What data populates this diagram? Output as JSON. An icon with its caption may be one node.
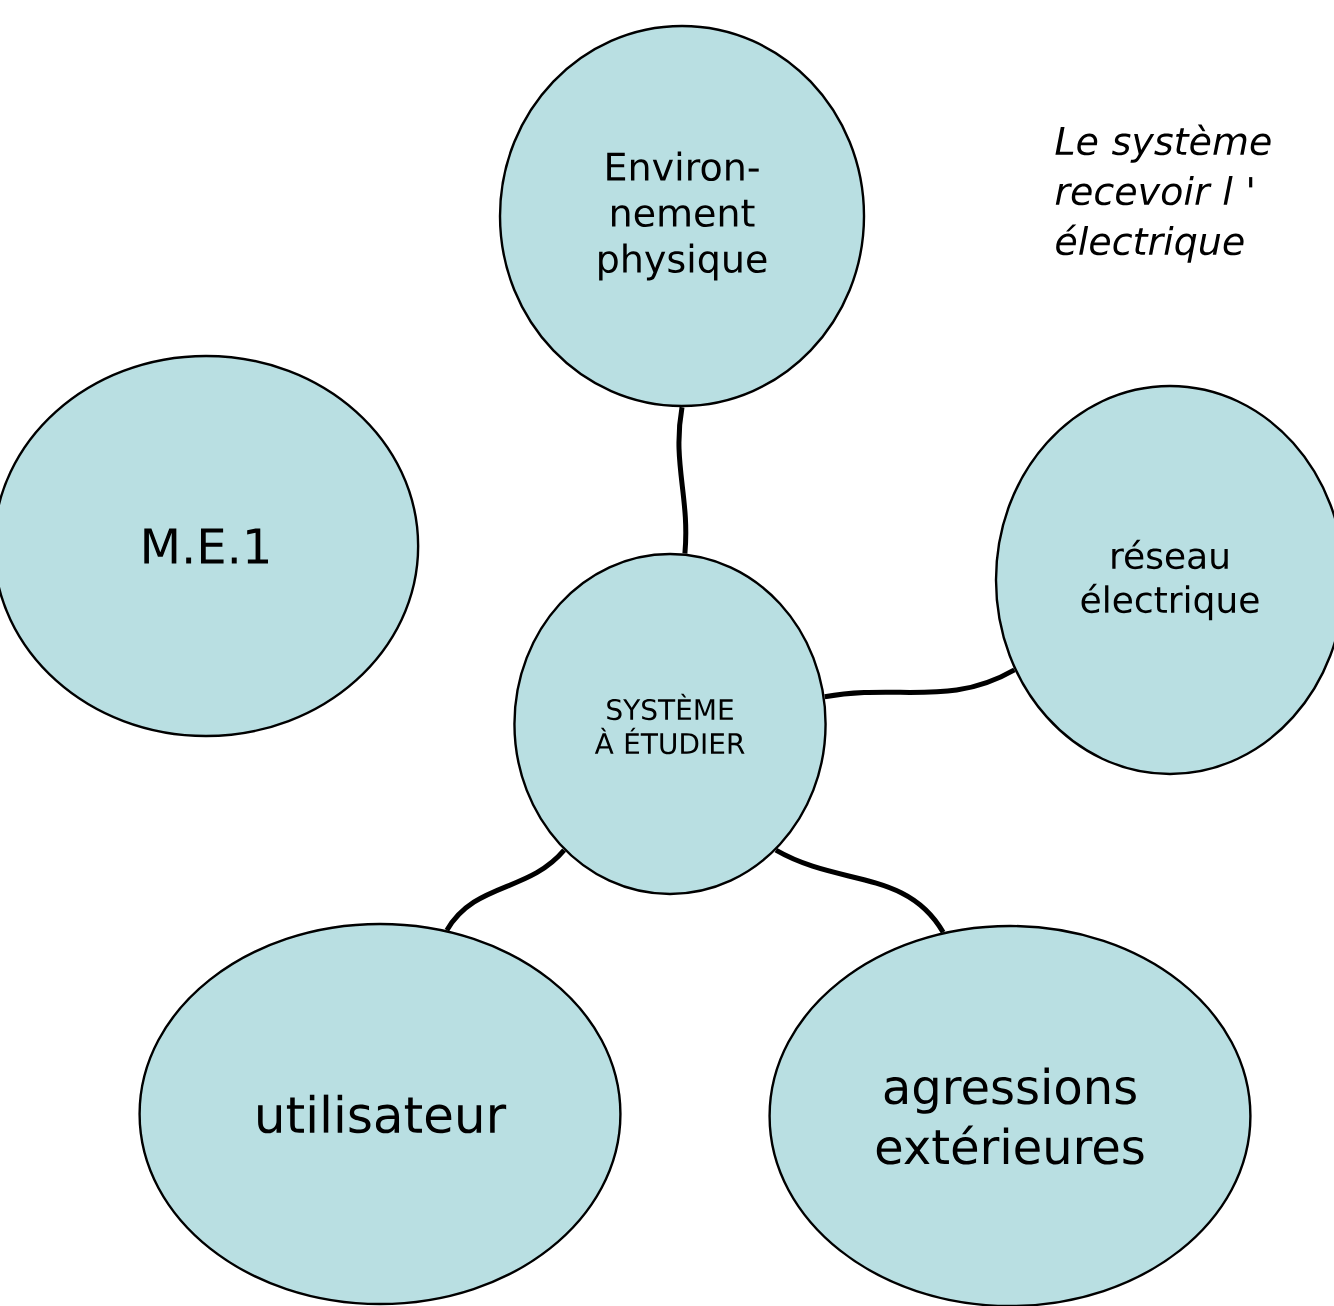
{
  "diagram": {
    "nodes": [
      {
        "text": [
          "Environ- nement physique"
        ]
      },
      {
        "text": [
          "M.E.1"
        ]
      },
      {
        "text": [
          "réseau électrique"
        ]
      },
      {
        "text": [
          "SYSTÈME À ÉTUDIER"
        ]
      },
      {
        "text": [
          "utilisateur"
        ]
      },
      {
        "text": [
          "agressions extérieures"
        ]
      }
    ],
    "edges": [
      {
        "from": 0,
        "to": 3,
        "arrow": "none"
      },
      {
        "from": 3,
        "to": 2,
        "arrow": "none"
      },
      {
        "from": 3,
        "to": 4,
        "arrow": "none"
      },
      {
        "from": 3,
        "to": 5,
        "arrow": "none"
      }
    ],
    "labels": [
      "Le système recevoir l ' électrique"
    ]
  }
}
